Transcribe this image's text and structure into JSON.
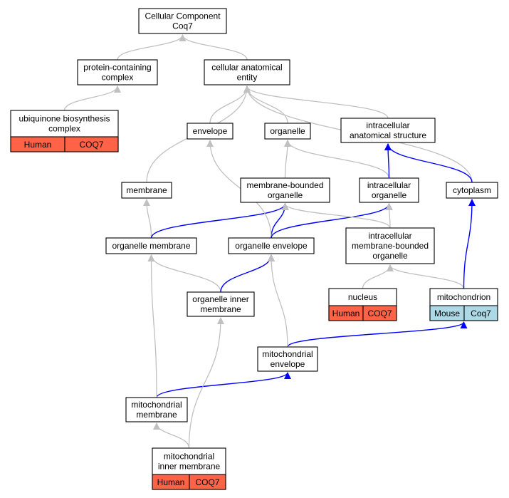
{
  "colors": {
    "gray_edge": "#c0c0c0",
    "blue_edge": "#0000ff",
    "human_cell": "#ff6347",
    "mouse_cell": "#add8e6",
    "node_border": "#000000",
    "node_fill": "#ffffff"
  },
  "nodes": [
    {
      "id": "root",
      "lines": [
        "Cellular Component",
        "Coq7"
      ]
    },
    {
      "id": "pcc",
      "lines": [
        "protein-containing",
        "complex"
      ]
    },
    {
      "id": "cae",
      "lines": [
        "cellular anatomical",
        "entity"
      ]
    },
    {
      "id": "ubc",
      "lines": [
        "ubiquinone biosynthesis",
        "complex"
      ],
      "annotation": {
        "species": "Human",
        "gene": "COQ7",
        "kind": "human"
      }
    },
    {
      "id": "env",
      "lines": [
        "envelope"
      ]
    },
    {
      "id": "org",
      "lines": [
        "organelle"
      ]
    },
    {
      "id": "ias",
      "lines": [
        "intracellular",
        "anatomical structure"
      ]
    },
    {
      "id": "mem",
      "lines": [
        "membrane"
      ]
    },
    {
      "id": "mbo",
      "lines": [
        "membrane-bounded",
        "organelle"
      ]
    },
    {
      "id": "io",
      "lines": [
        "intracellular",
        "organelle"
      ]
    },
    {
      "id": "cyto",
      "lines": [
        "cytoplasm"
      ]
    },
    {
      "id": "om",
      "lines": [
        "organelle membrane"
      ]
    },
    {
      "id": "oe",
      "lines": [
        "organelle envelope"
      ]
    },
    {
      "id": "imbo",
      "lines": [
        "intracellular",
        "membrane-bounded",
        "organelle"
      ]
    },
    {
      "id": "oim",
      "lines": [
        "organelle inner",
        "membrane"
      ]
    },
    {
      "id": "nuc",
      "lines": [
        "nucleus"
      ],
      "annotation": {
        "species": "Human",
        "gene": "COQ7",
        "kind": "human"
      }
    },
    {
      "id": "mito",
      "lines": [
        "mitochondrion"
      ],
      "annotation": {
        "species": "Mouse",
        "gene": "Coq7",
        "kind": "mouse"
      }
    },
    {
      "id": "menv",
      "lines": [
        "mitochondrial",
        "envelope"
      ]
    },
    {
      "id": "mmem",
      "lines": [
        "mitochondrial",
        "membrane"
      ]
    },
    {
      "id": "mim",
      "lines": [
        "mitochondrial",
        "inner membrane"
      ],
      "annotation": {
        "species": "Human",
        "gene": "COQ7",
        "kind": "human"
      }
    }
  ],
  "edges": [
    {
      "from": "pcc",
      "to": "root",
      "color": "gray"
    },
    {
      "from": "cae",
      "to": "root",
      "color": "gray"
    },
    {
      "from": "ubc",
      "to": "pcc",
      "color": "gray"
    },
    {
      "from": "env",
      "to": "cae",
      "color": "gray"
    },
    {
      "from": "org",
      "to": "cae",
      "color": "gray"
    },
    {
      "from": "ias",
      "to": "cae",
      "color": "gray"
    },
    {
      "from": "mem",
      "to": "cae",
      "color": "gray"
    },
    {
      "from": "cyto",
      "to": "cae",
      "color": "gray"
    },
    {
      "from": "mbo",
      "to": "org",
      "color": "gray"
    },
    {
      "from": "io",
      "to": "org",
      "color": "gray"
    },
    {
      "from": "io",
      "to": "ias",
      "color": "blue"
    },
    {
      "from": "cyto",
      "to": "ias",
      "color": "blue"
    },
    {
      "from": "om",
      "to": "mem",
      "color": "gray"
    },
    {
      "from": "om",
      "to": "mbo",
      "color": "blue"
    },
    {
      "from": "oe",
      "to": "mbo",
      "color": "blue"
    },
    {
      "from": "oe",
      "to": "env",
      "color": "gray"
    },
    {
      "from": "oe",
      "to": "io",
      "color": "blue"
    },
    {
      "from": "imbo",
      "to": "mbo",
      "color": "gray"
    },
    {
      "from": "imbo",
      "to": "io",
      "color": "gray"
    },
    {
      "from": "oim",
      "to": "om",
      "color": "gray"
    },
    {
      "from": "oim",
      "to": "oe",
      "color": "blue"
    },
    {
      "from": "nuc",
      "to": "imbo",
      "color": "gray"
    },
    {
      "from": "mito",
      "to": "imbo",
      "color": "gray"
    },
    {
      "from": "mito",
      "to": "cyto",
      "color": "blue"
    },
    {
      "from": "menv",
      "to": "mito",
      "color": "blue"
    },
    {
      "from": "menv",
      "to": "oe",
      "color": "gray"
    },
    {
      "from": "mmem",
      "to": "menv",
      "color": "blue"
    },
    {
      "from": "mmem",
      "to": "om",
      "color": "gray"
    },
    {
      "from": "mim",
      "to": "mmem",
      "color": "gray"
    },
    {
      "from": "mim",
      "to": "oim",
      "color": "gray"
    }
  ]
}
